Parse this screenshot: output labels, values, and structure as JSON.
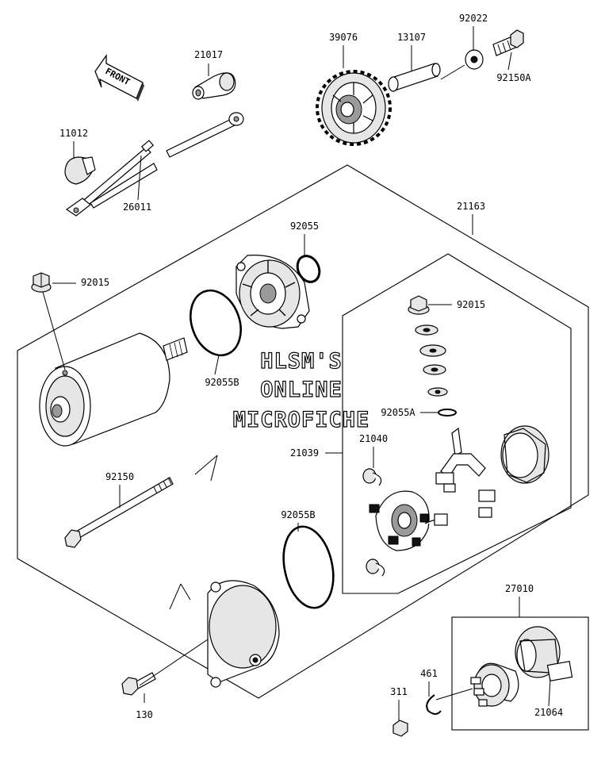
{
  "front_label": "FRONT",
  "watermark": [
    "HLSM'S",
    "ONLINE",
    "MICROFICHE"
  ],
  "parts": [
    {
      "name": "part-21017",
      "label": "21017"
    },
    {
      "name": "part-39076",
      "label": "39076"
    },
    {
      "name": "part-13107",
      "label": "13107"
    },
    {
      "name": "part-92022",
      "label": "92022"
    },
    {
      "name": "part-92150a",
      "label": "92150A"
    },
    {
      "name": "part-11012",
      "label": "11012"
    },
    {
      "name": "part-26011",
      "label": "26011"
    },
    {
      "name": "part-21163",
      "label": "21163"
    },
    {
      "name": "part-92055-top",
      "label": "92055"
    },
    {
      "name": "part-92015-left",
      "label": "92015"
    },
    {
      "name": "part-92015-right",
      "label": "92015"
    },
    {
      "name": "part-92055b-upper",
      "label": "92055B"
    },
    {
      "name": "part-92055a",
      "label": "92055A"
    },
    {
      "name": "part-21040",
      "label": "21040"
    },
    {
      "name": "part-21039",
      "label": "21039"
    },
    {
      "name": "part-92150",
      "label": "92150"
    },
    {
      "name": "part-92055b-lower",
      "label": "92055B"
    },
    {
      "name": "part-27010",
      "label": "27010"
    },
    {
      "name": "part-461",
      "label": "461"
    },
    {
      "name": "part-311",
      "label": "311"
    },
    {
      "name": "part-21064",
      "label": "21064"
    },
    {
      "name": "part-130",
      "label": "130"
    }
  ]
}
